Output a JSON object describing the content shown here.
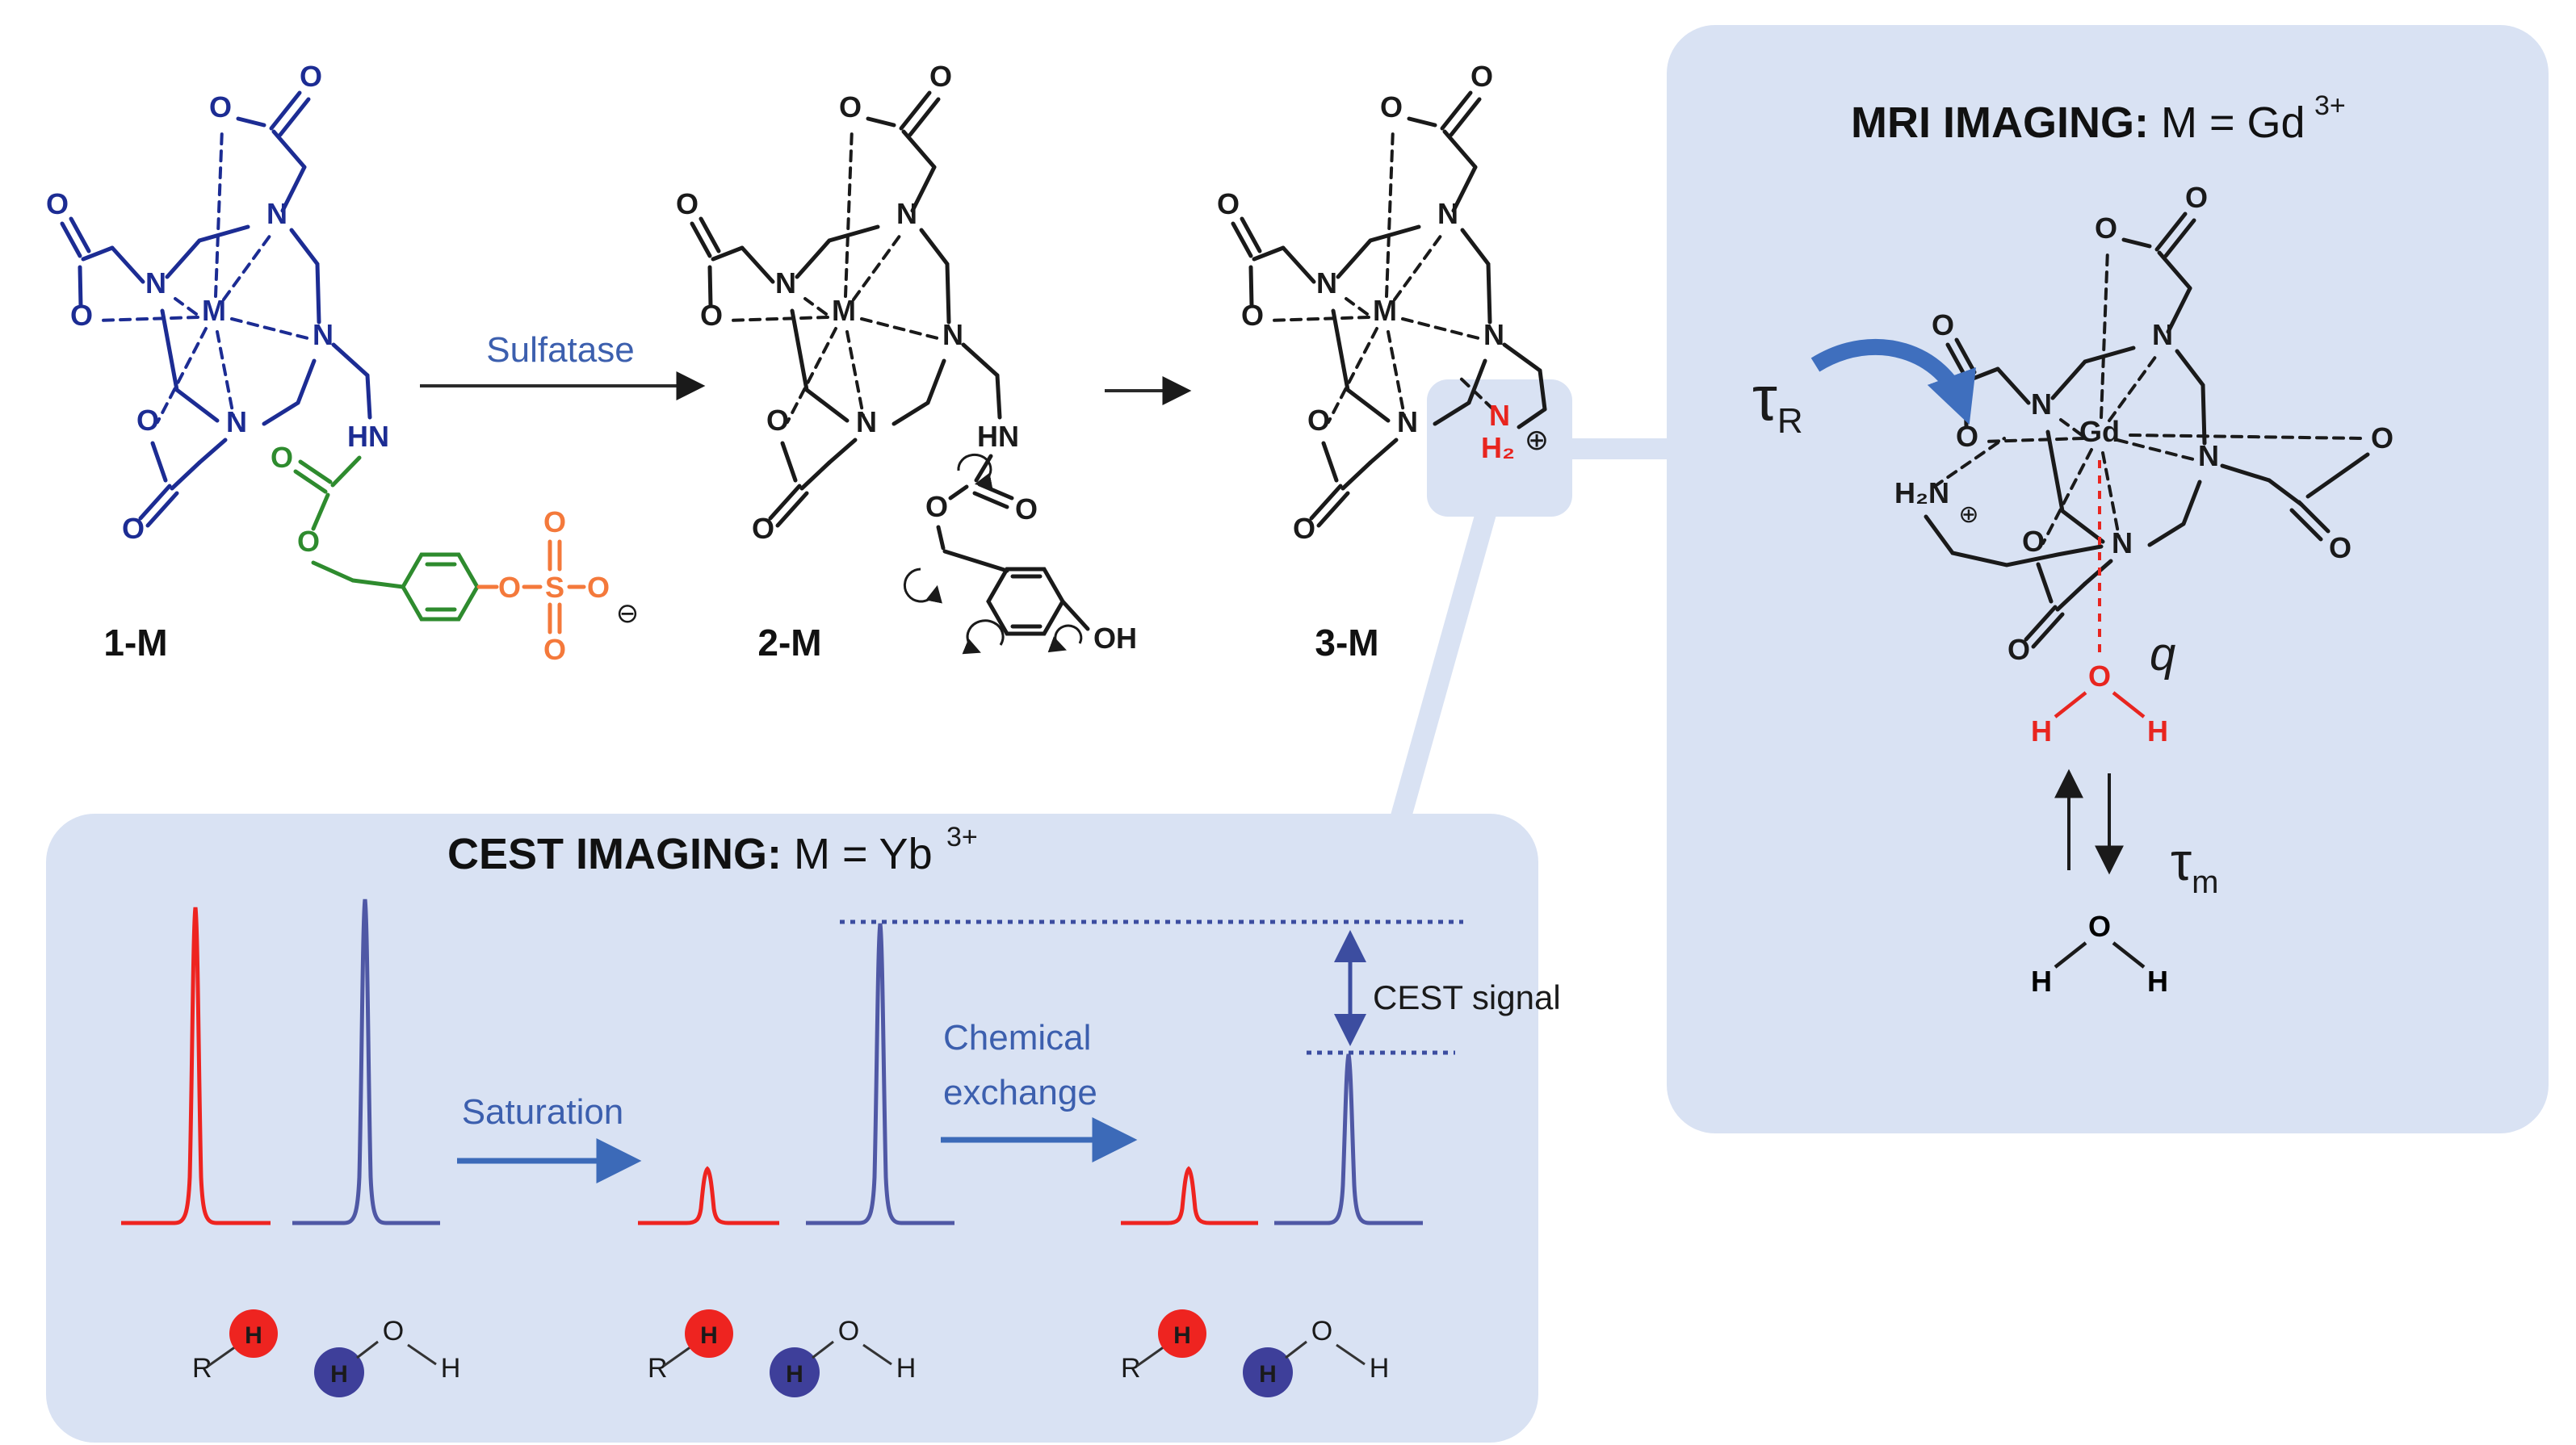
{
  "figure": {
    "description": "Reaction scheme of sulfatase-activated lanthanide chelate probe with CEST and MRI imaging panels"
  },
  "colors": {
    "panel_bg": "#d9e2f3",
    "chelate_blue": "#1c2c93",
    "black": "#1a1a1a",
    "green": "#2e8b2e",
    "orange": "#f4793b",
    "red": "#e8251f",
    "peak_red": "#ee2420",
    "peak_blue": "#4f58a5",
    "accent_blue": "#3c5fae",
    "dotted_blue": "#3c4da0",
    "water_circle_blue": "#3e3f9a",
    "tau_arrow_blue": "#3f6fbe"
  },
  "atoms": {
    "M": "M",
    "Gd": "Gd",
    "N": "N",
    "O": "O",
    "S": "S",
    "H": "H",
    "R": "R",
    "HN": "HN",
    "OH": "OH",
    "H2N": "H₂N",
    "H2": "H₂",
    "plus": "⊕",
    "minus": "⊖"
  },
  "scheme": {
    "sulfatase": "Sulfatase",
    "label_1m": "1-M",
    "label_2m": "2-M",
    "label_3m": "3-M"
  },
  "cest": {
    "title_bold": "CEST IMAGING:",
    "title_rest": " M = Yb",
    "title_sup": "3+",
    "saturation": "Saturation",
    "chem_line1": "Chemical",
    "chem_line2": "exchange",
    "signal": "CEST signal"
  },
  "mri": {
    "title_bold": "MRI IMAGING:",
    "title_rest": " M = Gd",
    "title_sup": "3+",
    "tau": "τ",
    "tau_r_sub": "R",
    "tau_m_sub": "m",
    "q": "q"
  }
}
